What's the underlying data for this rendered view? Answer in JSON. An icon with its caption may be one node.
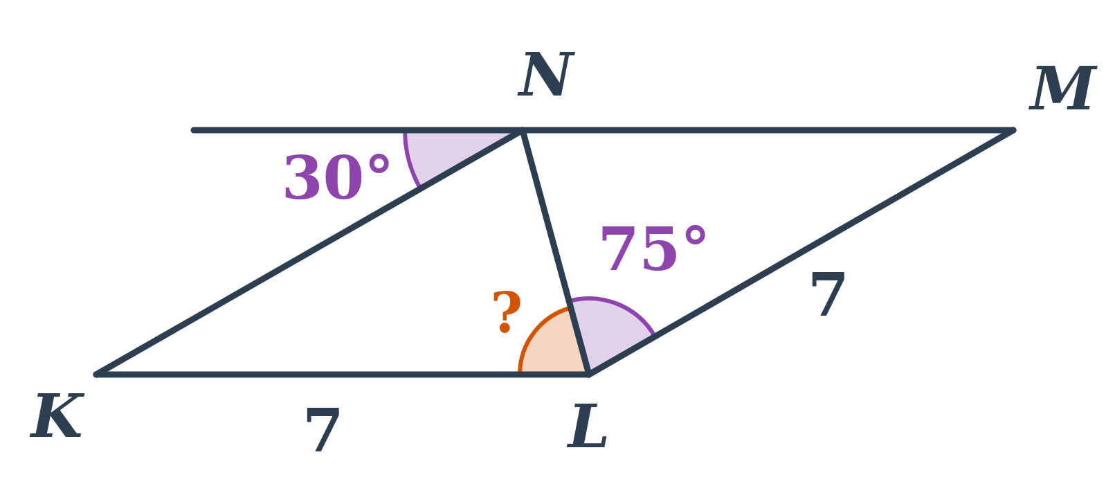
{
  "diagram": {
    "labels": [
      "N",
      "M",
      "30°",
      "75°",
      "7",
      "?",
      "K",
      "7",
      "L"
    ]
  }
}
